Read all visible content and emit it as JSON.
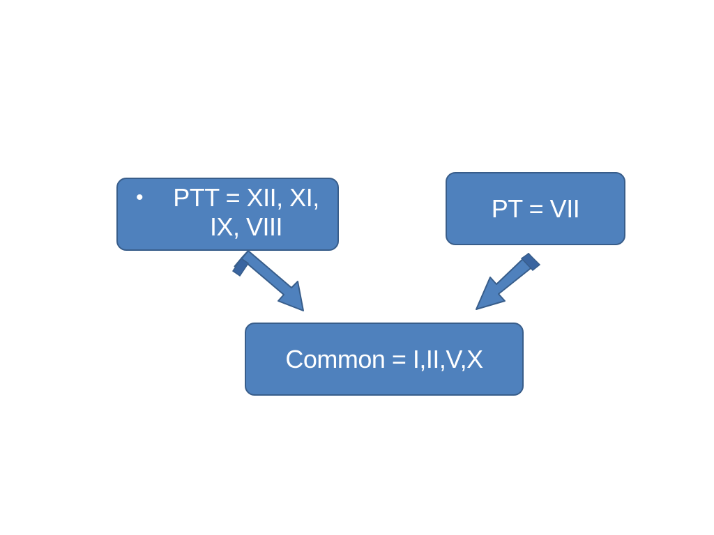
{
  "diagram": {
    "nodes": {
      "ptt": {
        "bullet": "•",
        "text": "PTT = XII, XI, IX, VIII"
      },
      "pt": {
        "text": "PT = VII"
      },
      "common": {
        "text": "Common = I,II,V,X"
      }
    },
    "edges": [
      {
        "from": "ptt",
        "to": "common"
      },
      {
        "from": "pt",
        "to": "common"
      }
    ],
    "colors": {
      "box_fill": "#4f81bd",
      "box_border": "#385d8a",
      "text": "#ffffff",
      "background": "#ffffff"
    }
  }
}
